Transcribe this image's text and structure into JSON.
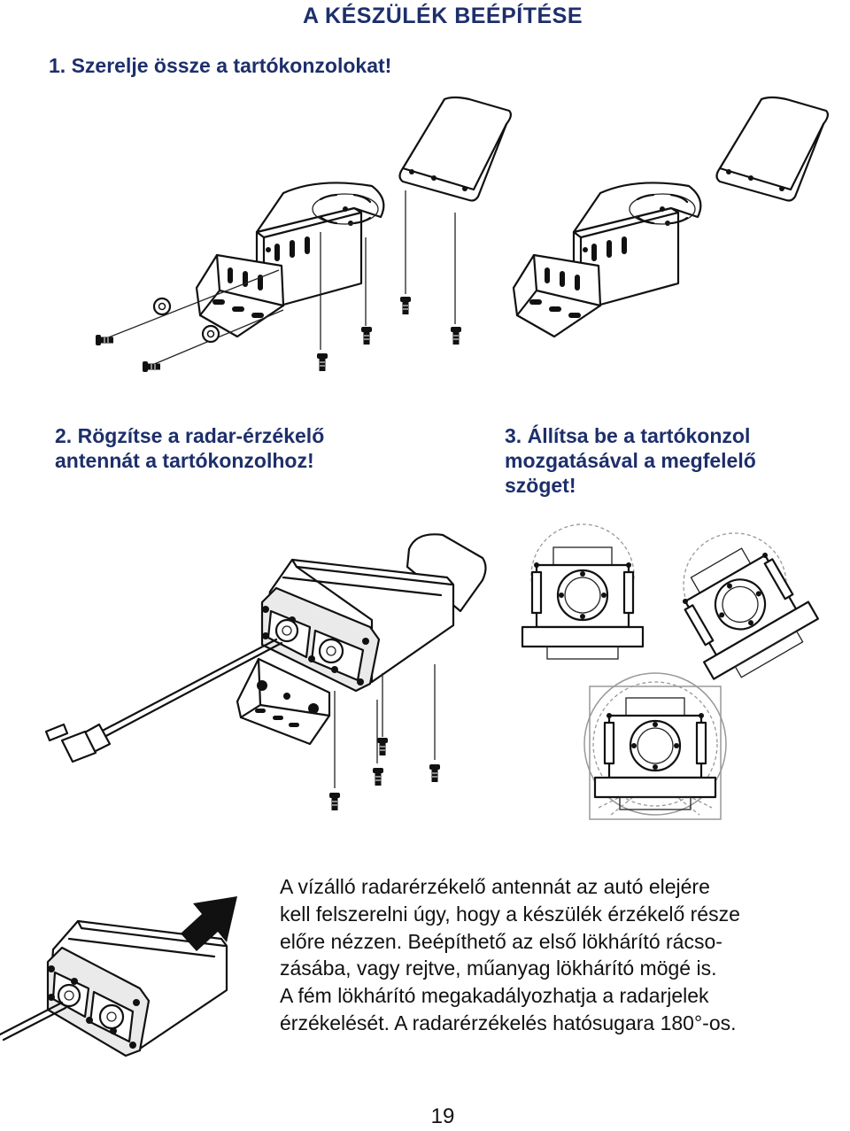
{
  "heading": "A KÉSZÜLÉK BEÉPÍTÉSE",
  "steps": [
    {
      "number": "1.",
      "text": "Szerelje össze a tartókonzolokat!"
    },
    {
      "number": "2.",
      "text": "Rögzítse a radar-érzékelő\nantennát a tartókonzolhoz!"
    },
    {
      "number": "3.",
      "text": "Állítsa be a tartókonzol\nmozgatásával a megfelelő\nszöget!"
    }
  ],
  "paragraph_lines": [
    "A vízálló radarérzékelő antennát az autó elejére",
    "kell felszerelni úgy, hogy a készülék érzékelő része",
    "előre nézzen. Beépíthető az első lökhárító rácso-",
    "zásába, vagy rejtve, műanyag lökhárító mögé is.",
    "A fém lökhárító megakadályozhatja a radarjelek",
    "érzékelését. A radarérzékelés hatósugara 180°-os."
  ],
  "page_number": "19",
  "colors": {
    "heading": "#1d2f6b",
    "text": "#111111"
  },
  "icons": [
    "arrow-icon"
  ]
}
